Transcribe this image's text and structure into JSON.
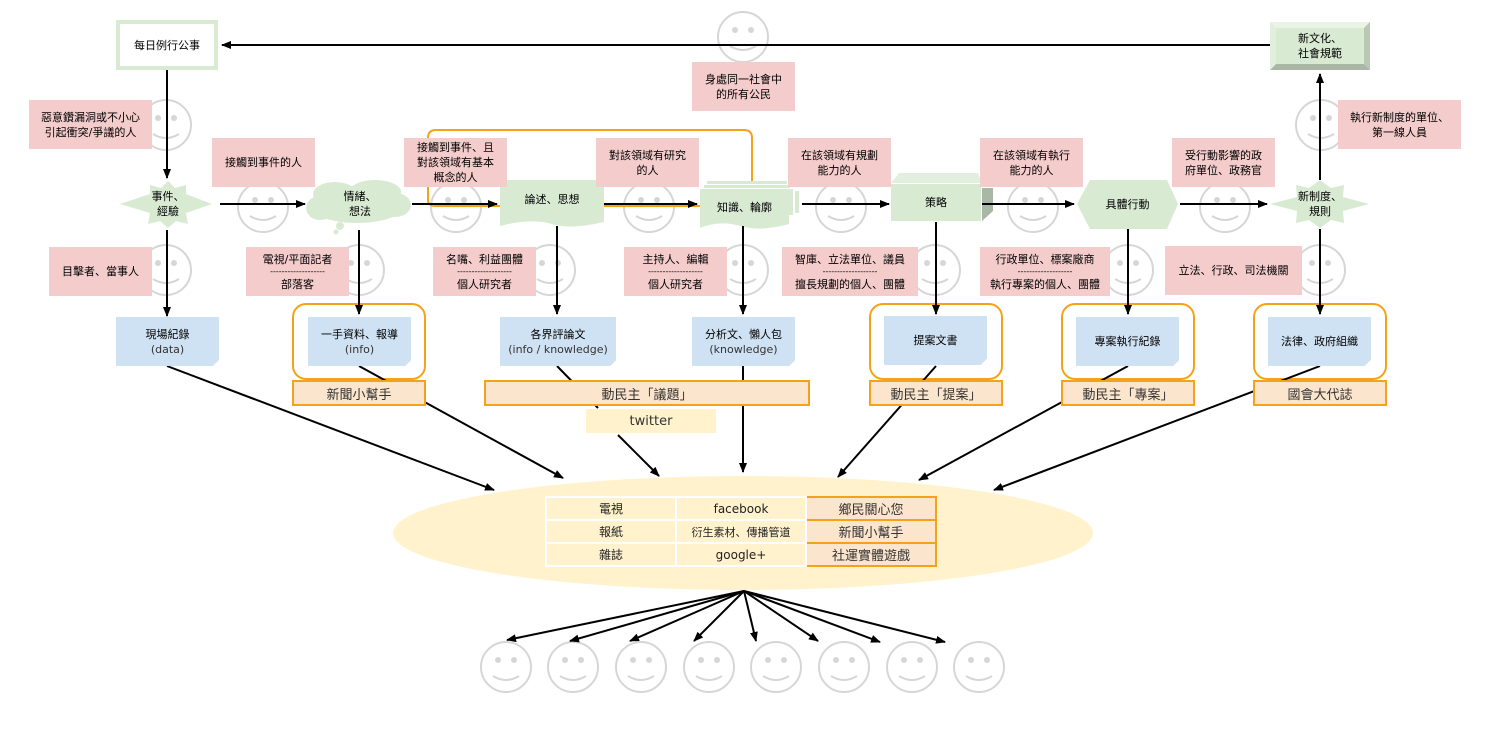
{
  "top": {
    "daily_routine": "每日例行公事",
    "new_culture_line1": "新文化、",
    "new_culture_line2": "社會規範",
    "all_citizens_line1": "身處同一社會中",
    "all_citizens_line2": "的所有公民"
  },
  "flow_nodes": [
    {
      "id": "event",
      "line1": "事件、",
      "line2": "經驗"
    },
    {
      "id": "emotion",
      "line1": "情緒、",
      "line2": "想法"
    },
    {
      "id": "discourse",
      "line1": "論述、思想",
      "line2": ""
    },
    {
      "id": "knowledge",
      "line1": "知識、輪廓",
      "line2": ""
    },
    {
      "id": "strategy",
      "line1": "策略",
      "line2": ""
    },
    {
      "id": "action",
      "line1": "具體行動",
      "line2": ""
    },
    {
      "id": "new-rule",
      "line1": "新制度、",
      "line2": "規則"
    }
  ],
  "upper_people": [
    {
      "line1": "惡意鑽漏洞或不小心",
      "line2": "引起衝突/爭議的人",
      "line3": ""
    },
    {
      "line1": "接觸到事件的人",
      "line2": "",
      "line3": ""
    },
    {
      "line1": "接觸到事件、且",
      "line2": "對該領域有基本",
      "line3": "概念的人"
    },
    {
      "line1": "對該領域有研究",
      "line2": "的人",
      "line3": ""
    },
    {
      "line1": "在該領域有規劃",
      "line2": "能力的人",
      "line3": ""
    },
    {
      "line1": "在該領域有執行",
      "line2": "能力的人",
      "line3": ""
    },
    {
      "line1": "受行動影響的政",
      "line2": "府單位、政務官",
      "line3": ""
    },
    {
      "line1": "執行新制度的單位、",
      "line2": "第一線人員",
      "line3": ""
    }
  ],
  "lower_people": [
    {
      "line1": "目擊者、當事人",
      "sep": "",
      "line2": ""
    },
    {
      "line1": "電視/平面記者",
      "sep": "-------------------",
      "line2": "部落客"
    },
    {
      "line1": "名嘴、利益團體",
      "sep": "-------------------",
      "line2": "個人研究者"
    },
    {
      "line1": "主持人、編輯",
      "sep": "-------------------",
      "line2": "個人研究者"
    },
    {
      "line1": "智庫、立法單位、議員",
      "sep": "-------------------",
      "line2": "擅長規劃的個人、團體"
    },
    {
      "line1": "行政單位、標案廠商",
      "sep": "-------------------",
      "line2": "執行專案的個人、團體"
    },
    {
      "line1": "立法、行政、司法機關",
      "sep": "",
      "line2": ""
    }
  ],
  "documents": [
    {
      "title": "現場紀錄",
      "sub": "(data)"
    },
    {
      "title": "一手資料、報導",
      "sub": "(info)"
    },
    {
      "title": "各界評論文",
      "sub": "(info / knowledge)"
    },
    {
      "title": "分析文、懶人包",
      "sub": "(knowledge)"
    },
    {
      "title": "提案文書",
      "sub": ""
    },
    {
      "title": "專案執行紀錄",
      "sub": ""
    },
    {
      "title": "法律、政府組織",
      "sub": ""
    }
  ],
  "projects": [
    {
      "label": "新聞小幫手"
    },
    {
      "label": "動民主「議題」"
    },
    {
      "label": "動民主「提案」"
    },
    {
      "label": "動民主「專案」"
    },
    {
      "label": "國會大代誌"
    }
  ],
  "twitter": "twitter",
  "media_table": [
    [
      "電視",
      "facebook",
      "鄉民關心您"
    ],
    [
      "報紙",
      "衍生素材、傳播管道",
      "新聞小幫手"
    ],
    [
      "雜誌",
      "google+",
      "社運實體遊戲"
    ]
  ],
  "colors": {
    "pink": "#f4cccc",
    "green": "#d9ead3",
    "blue": "#cfe2f3",
    "orange": "#f4a21a",
    "orange_fill": "#fce5cd",
    "yellow": "#fff2cc"
  }
}
